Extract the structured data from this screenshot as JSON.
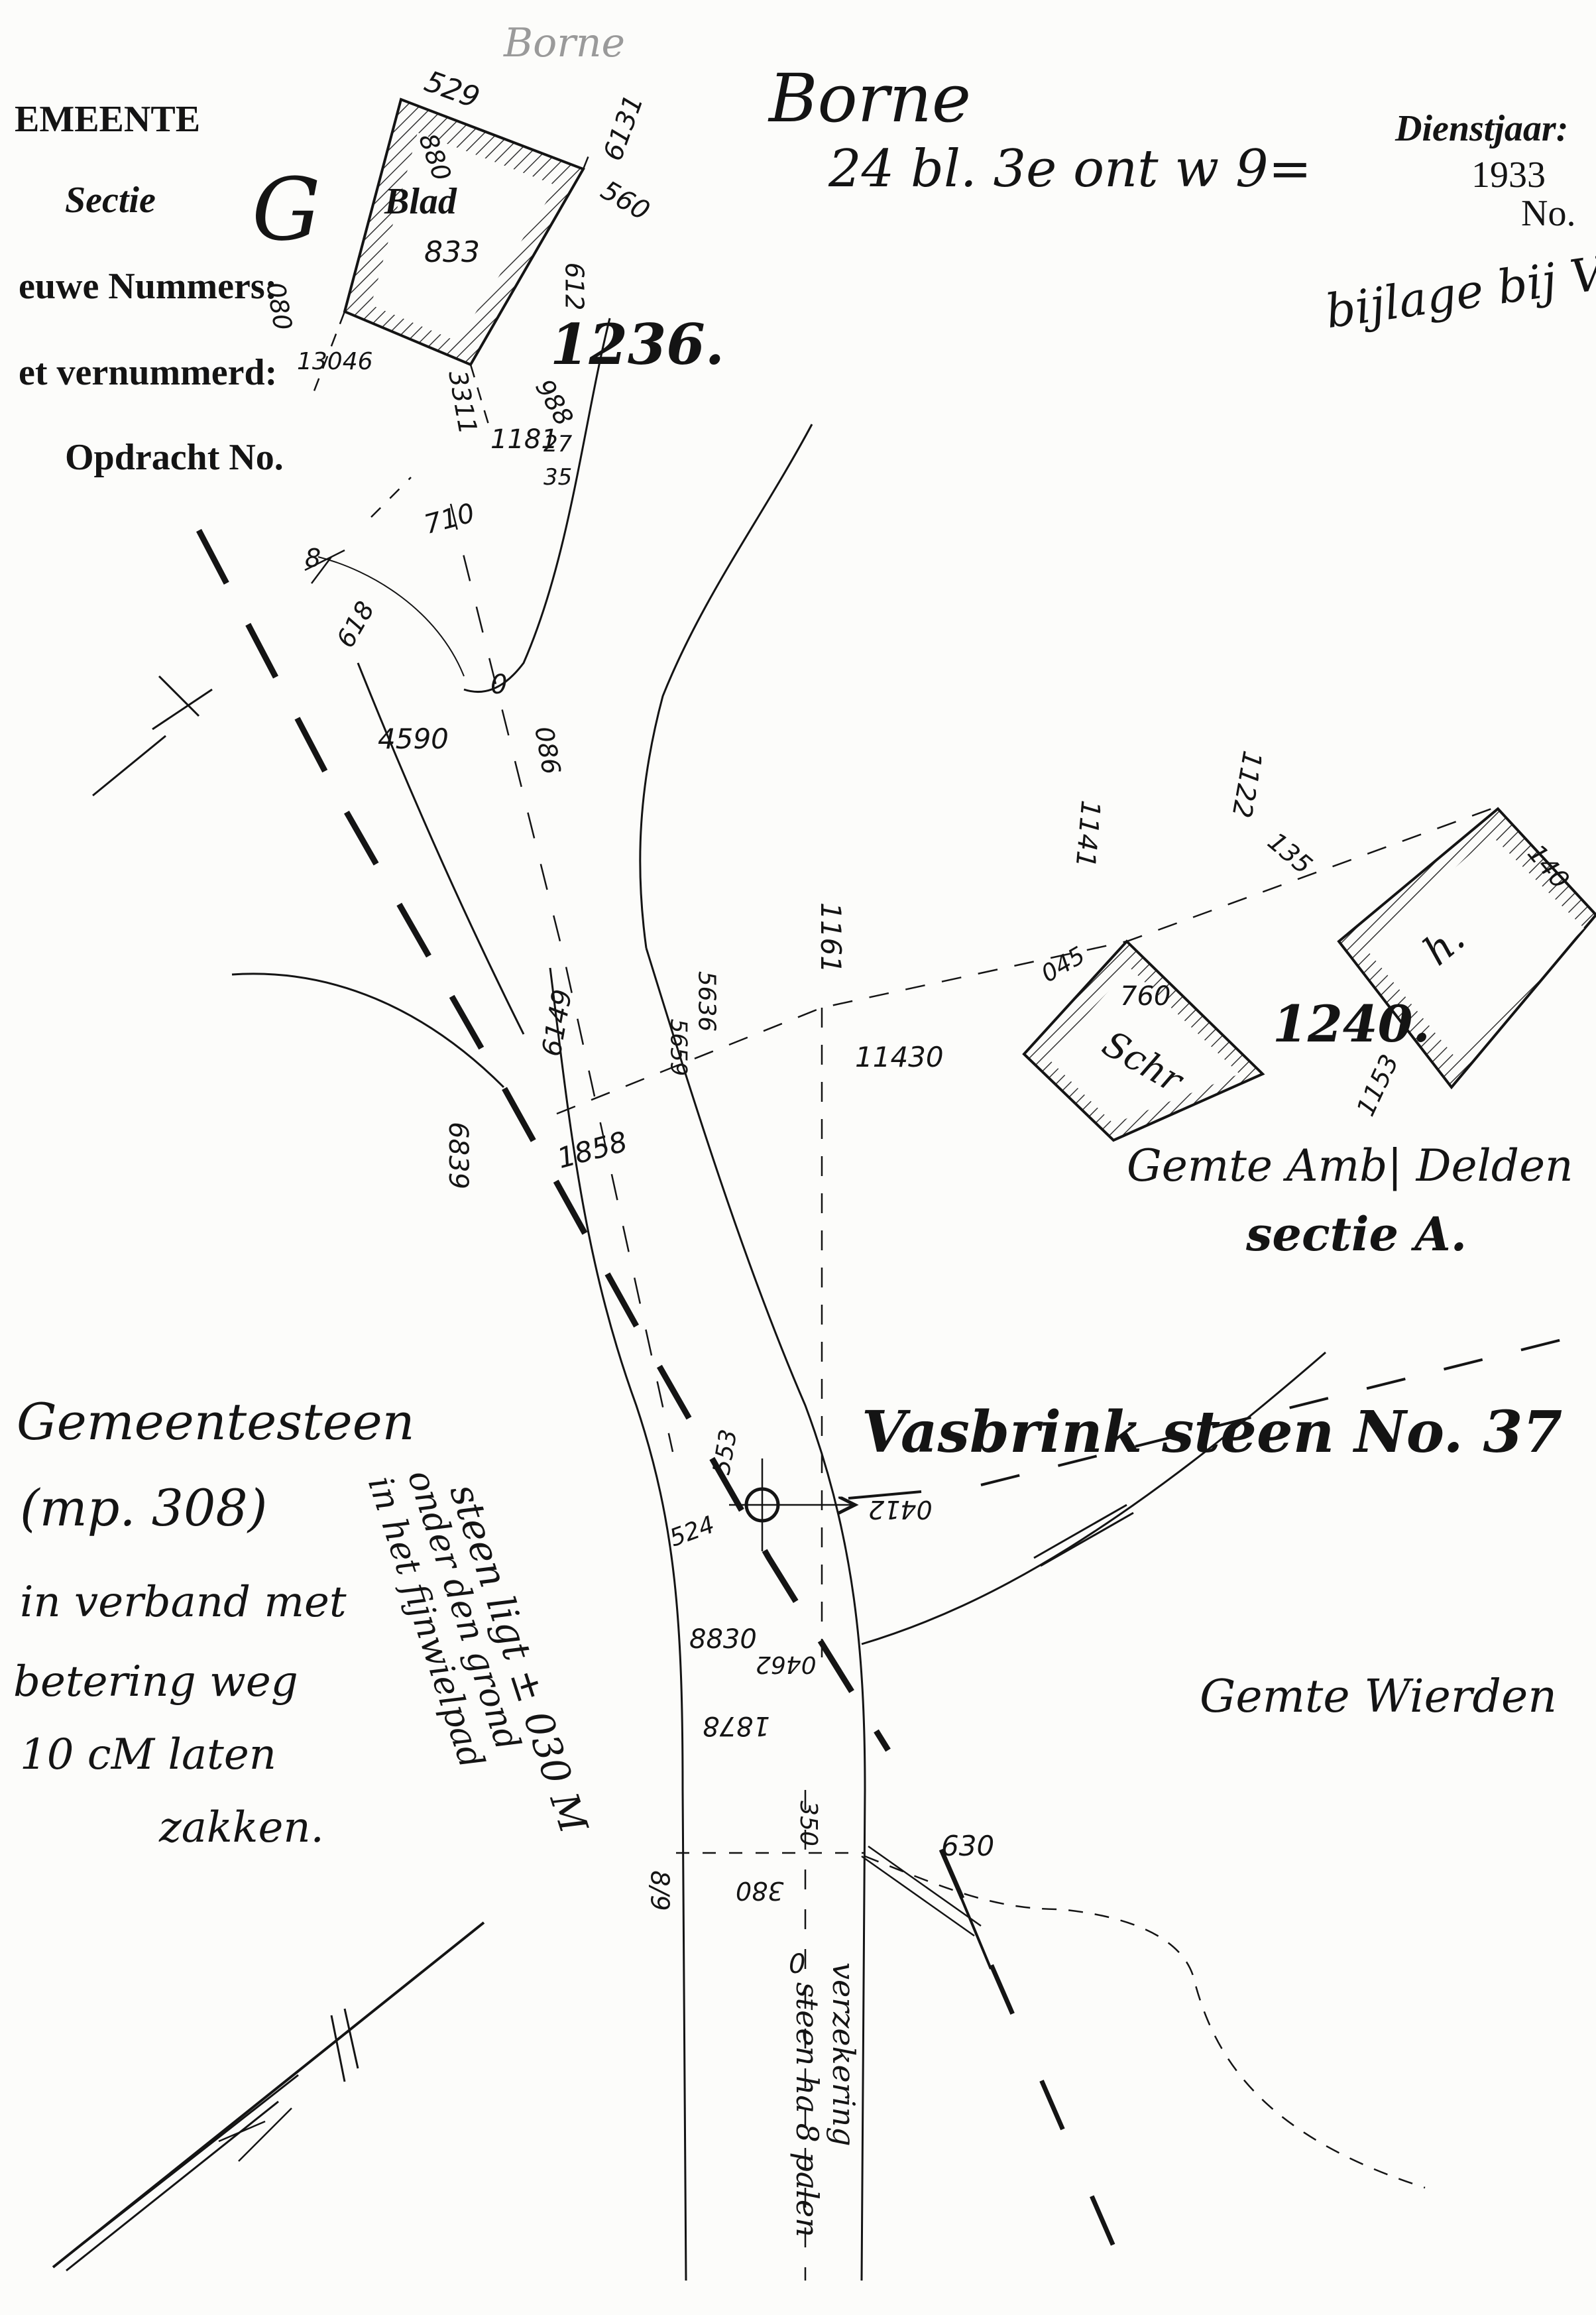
{
  "form": {
    "gemeente": "EMEENTE",
    "sectie": "Sectie",
    "blad": "Blad",
    "nieuwe_nummers": "euwe Nummers:",
    "vernummerd": "et vernummerd:",
    "opdracht": "Opdracht No.",
    "dienstjaar": "Dienstjaar:",
    "jaar": "1933",
    "nummer_label": "No."
  },
  "handwriting": {
    "place": "Borne",
    "sheet_ref": "24 bl. 3e ont w 9=",
    "faint_top": "Borne",
    "section_letter": "G",
    "bijlage": "bijlage bij V",
    "parcel_1236": "1236.",
    "parcel_1240": "1240.",
    "gemte_ambt": "Gemte Amb| Delden",
    "sectie_a": "sectie A.",
    "gemte_wierden": "Gemte Wierden",
    "vasbrink": "Vasbrink steen No. 37",
    "gemeentesteen": "Gemeentesteen",
    "mps": "(mp. 308)",
    "note_lines": [
      "in verband met",
      "betering weg",
      "10 cM laten",
      "zakken."
    ],
    "steen_note": [
      "steen ligt ± 030 M",
      "onder den grond",
      "in het fijnwielpad"
    ],
    "vertical_note": [
      "steen ha 8 palen",
      "verzekering"
    ],
    "house_label": "h.",
    "schuur_label": "Schr"
  },
  "measurements": [
    "529",
    "6131",
    "560",
    "880",
    "833",
    "612",
    "080",
    "13046",
    "3311",
    "988",
    "1181",
    "27",
    "35",
    "710",
    "618",
    "8",
    "4590",
    "0",
    "086",
    "1141",
    "1122",
    "135",
    "140",
    "1161",
    "045",
    "760",
    "1153",
    "6149",
    "5636",
    "5659",
    "1858",
    "6839",
    "11430",
    "524",
    "553",
    "0412",
    "8830",
    "0462",
    "1878",
    "350",
    "380",
    "8/9",
    "630",
    "0"
  ],
  "colors": {
    "ink": "#141414",
    "paper": "#fcfcfa",
    "hatch": "#333333"
  }
}
